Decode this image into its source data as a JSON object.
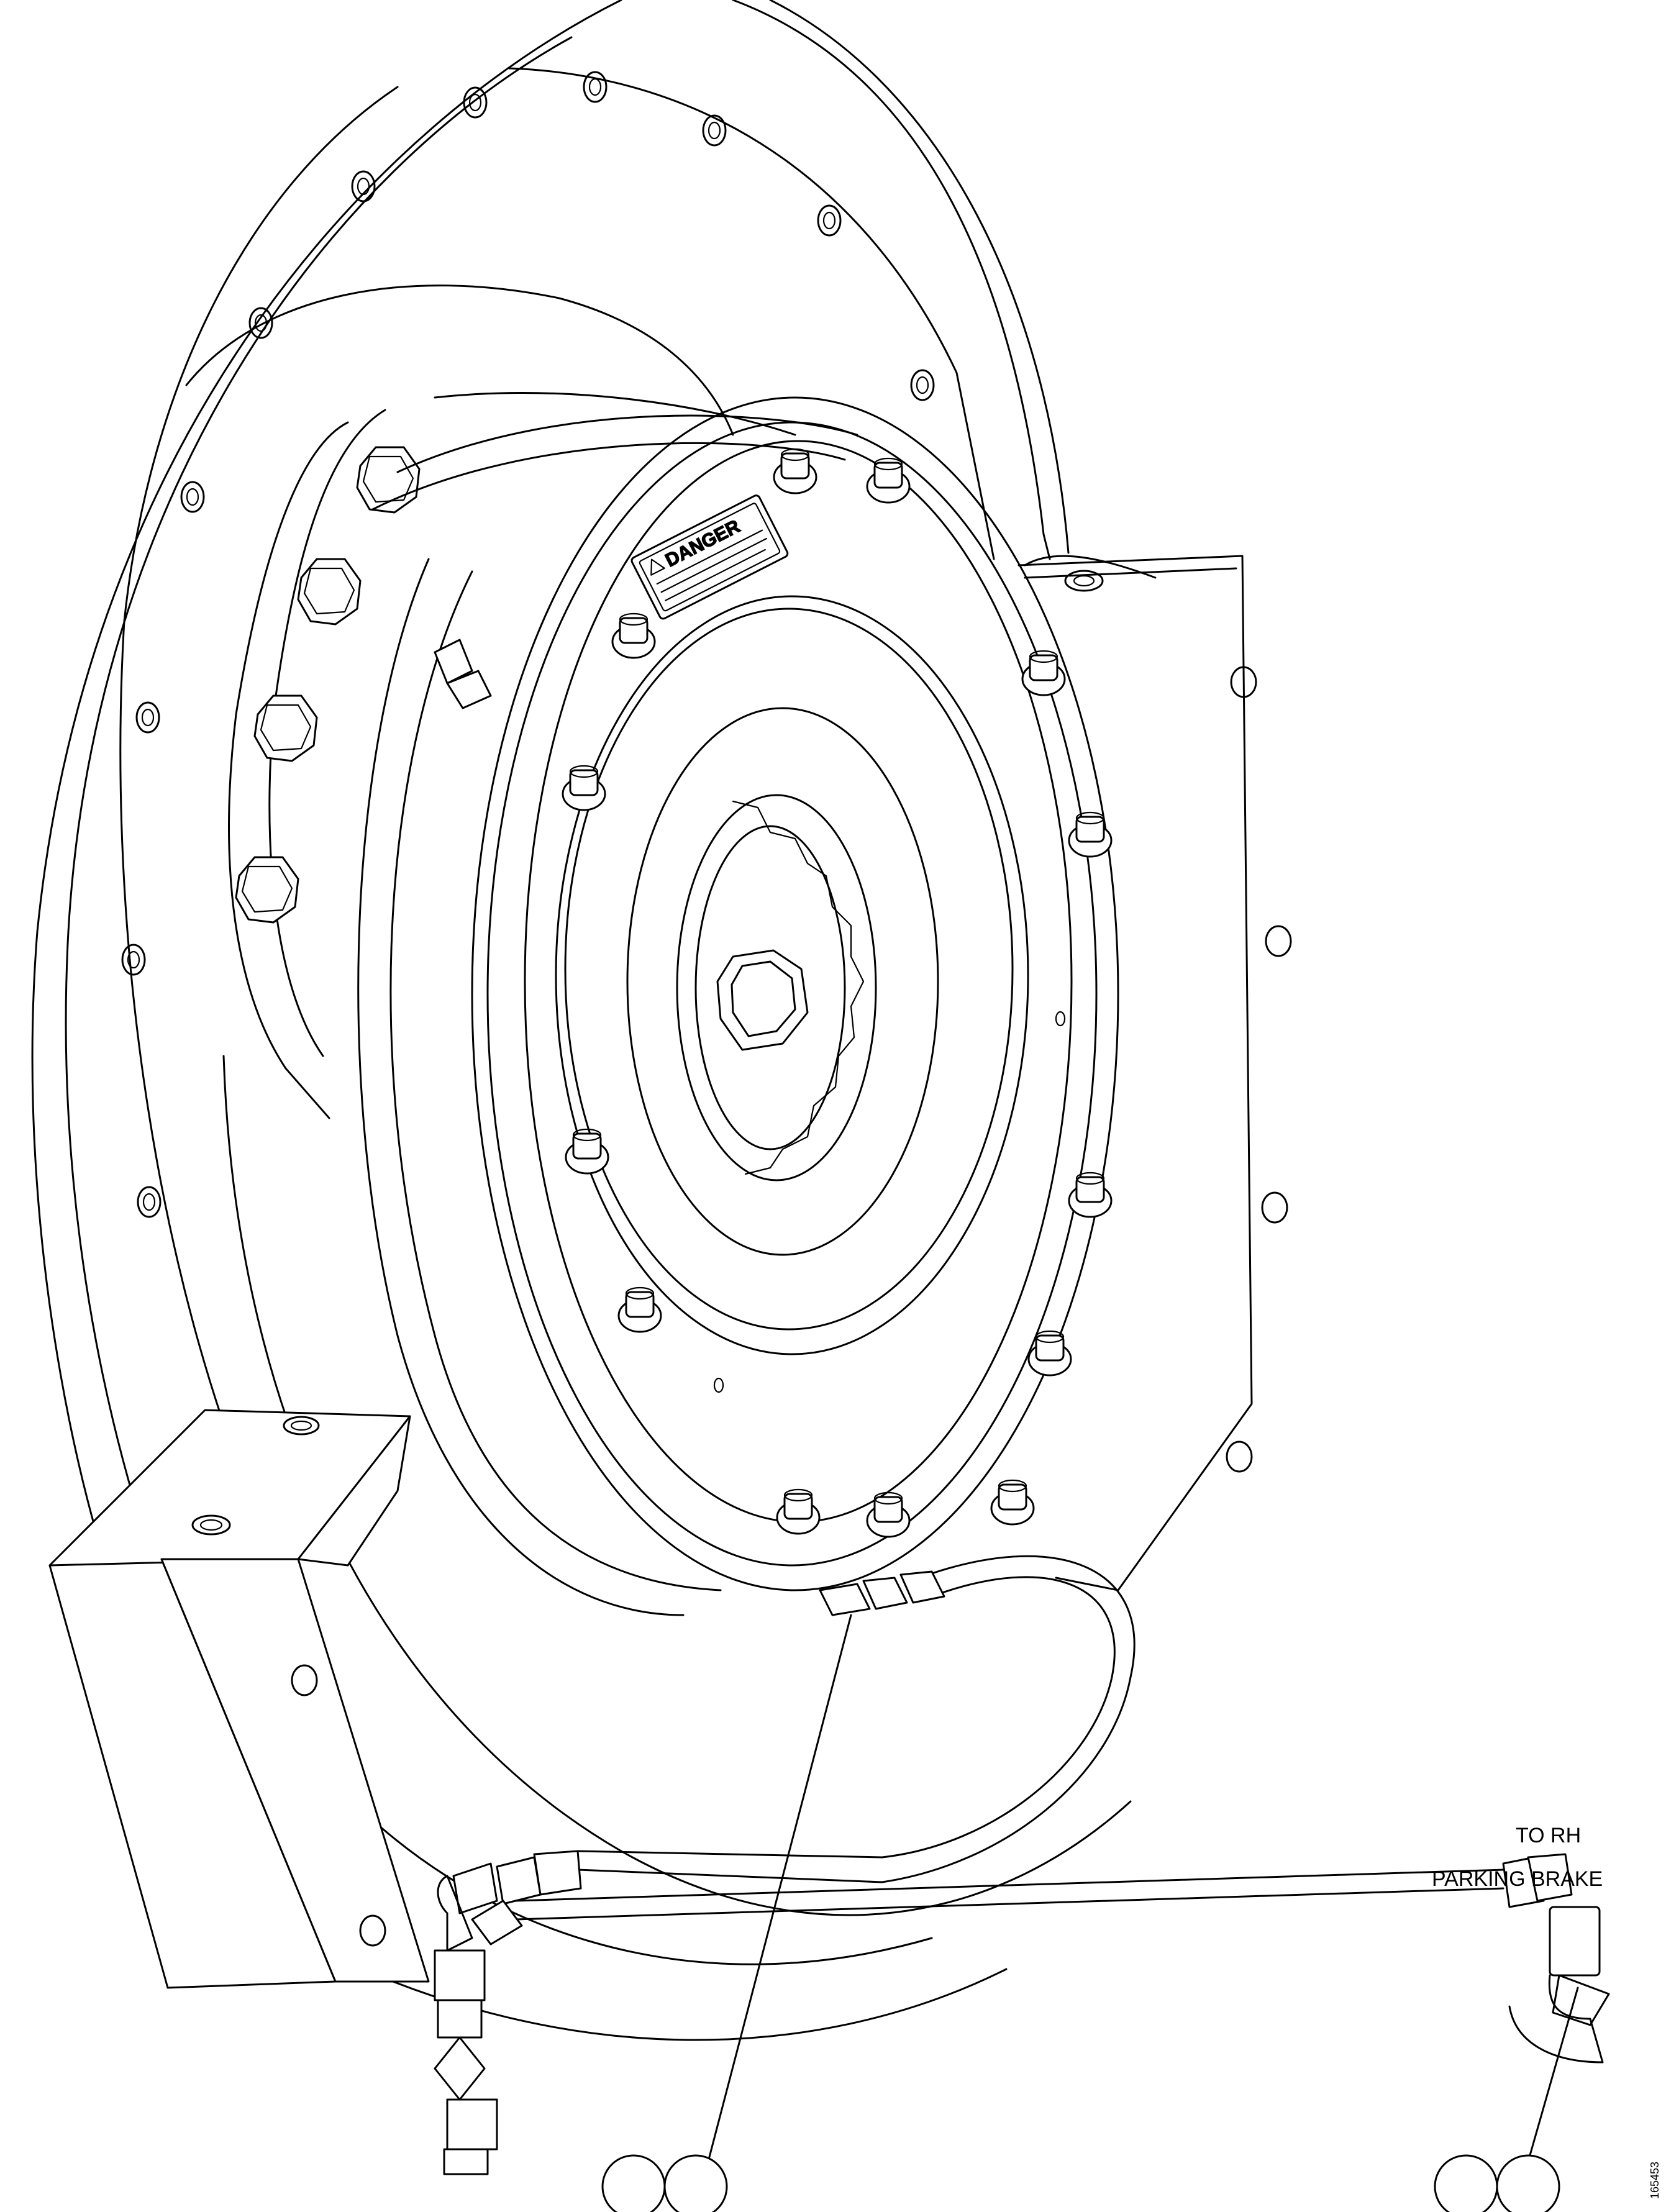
{
  "labels": {
    "destination_line1": "TO RH",
    "destination_line2": "PARKING BRAKE",
    "plate_heading": "DANGER",
    "figure_number": "165453"
  },
  "callouts": [
    {
      "id": "left-pair",
      "count": 2
    },
    {
      "id": "right-pair",
      "count": 2
    }
  ],
  "colors": {
    "line": "#000000",
    "background": "#ffffff"
  }
}
